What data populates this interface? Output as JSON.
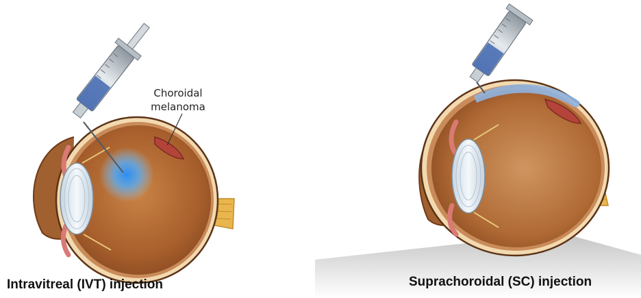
{
  "panels": {
    "left": {
      "caption": "Intravitreal (IVT) injection",
      "annotation": {
        "line1": "Choroidal",
        "line2": "melanoma"
      }
    },
    "right": {
      "caption": "Suprachoroidal (SC) injection"
    }
  },
  "colors": {
    "syringe_fluid": "#4a6fb5",
    "eye_interior": "#b46b34",
    "lens": "#dfeaf2",
    "injected_drug": "#4fa7ef",
    "sclera_rim": "#f2d9b0",
    "optic_nerve": "#e9b64d"
  }
}
